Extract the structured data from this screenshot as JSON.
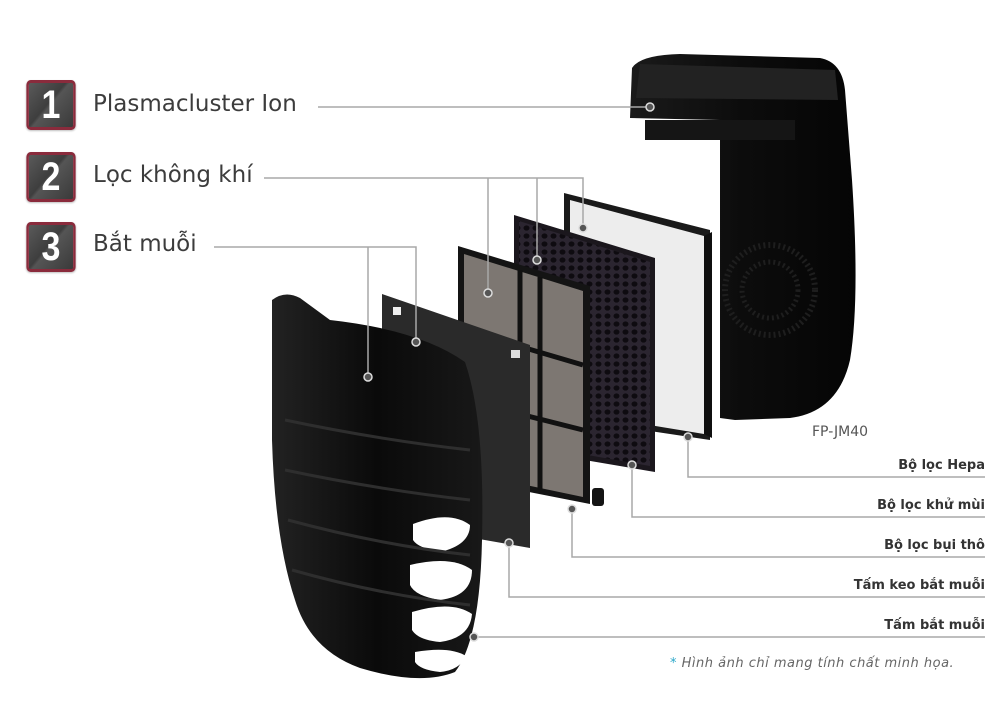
{
  "features": [
    {
      "number": "1",
      "label": "Plasmacluster Ion"
    },
    {
      "number": "2",
      "label": "Lọc không khí"
    },
    {
      "number": "3",
      "label": "Bắt muỗi"
    }
  ],
  "model": "FP-JM40",
  "parts": [
    {
      "label": "Bộ lọc Hepa"
    },
    {
      "label": "Bộ lọc khử mùi"
    },
    {
      "label": "Bộ lọc bụi thô"
    },
    {
      "label": "Tấm keo bắt muỗi"
    },
    {
      "label": "Tấm bắt muỗi"
    }
  ],
  "note": {
    "star": "*",
    "text": "Hình ảnh chỉ mang tính chất minh họa."
  },
  "colors": {
    "badge_border": "#8a2b3c",
    "badge_fill": "#4a4a4a",
    "line": "#a8a8a8",
    "note_star": "#2aa7c9"
  }
}
